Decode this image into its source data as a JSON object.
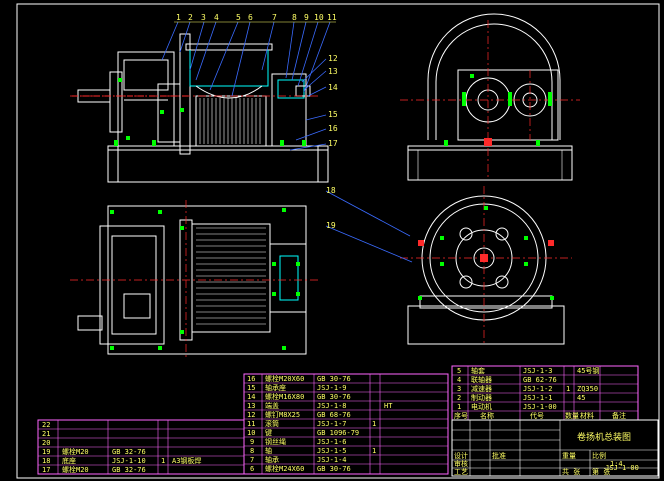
{
  "drawing": {
    "part_numbers": [
      "1",
      "2",
      "3",
      "4",
      "5",
      "6",
      "7",
      "8",
      "9",
      "10",
      "11",
      "12",
      "13",
      "14",
      "15",
      "16",
      "17",
      "18",
      "19"
    ],
    "title_cn": "卷扬机总装图",
    "drawing_no": "JSJ-1-00",
    "scale": "1:4",
    "colors": {
      "background": "#000000",
      "outline": "#ffffff",
      "center_lines": "#ff2a2a",
      "bolts": "#00ff00",
      "leaders": "#3a6bff",
      "dimensions": "#ff66ff",
      "table_text": "#ffff66",
      "frame": "#ffffff",
      "hatch": "#00ffff"
    }
  },
  "bom_left": {
    "rows": [
      {
        "no": "22",
        "name": "",
        "code": "",
        "qty": "",
        "note": ""
      },
      {
        "no": "21",
        "name": "",
        "code": "",
        "qty": "",
        "note": ""
      },
      {
        "no": "20",
        "name": "",
        "code": "",
        "qty": "",
        "note": ""
      },
      {
        "no": "19",
        "name": "螺栓M20",
        "code": "GB 32-76",
        "qty": "",
        "note": ""
      },
      {
        "no": "18",
        "name": "底座",
        "code": "JSJ-1-10",
        "qty": "1",
        "note": "A3钢板焊"
      },
      {
        "no": "17",
        "name": "螺栓M20",
        "code": "GB 32-76",
        "qty": "",
        "note": ""
      }
    ]
  },
  "bom_mid": {
    "rows": [
      {
        "no": "16",
        "name": "螺栓M20X60",
        "code": "GB 30-76",
        "qty": "",
        "note": ""
      },
      {
        "no": "15",
        "name": "轴承座",
        "code": "JSJ-1-9",
        "qty": "",
        "note": ""
      },
      {
        "no": "14",
        "name": "螺栓M16X80",
        "code": "GB 30-76",
        "qty": "",
        "note": ""
      },
      {
        "no": "13",
        "name": "端盖",
        "code": "JSJ-1-8",
        "qty": "",
        "note": "HT"
      },
      {
        "no": "12",
        "name": "螺钉M8X25",
        "code": "GB 68-76",
        "qty": "",
        "note": ""
      },
      {
        "no": "11",
        "name": "滚筒",
        "code": "JSJ-1-7",
        "qty": "1",
        "note": ""
      },
      {
        "no": "10",
        "name": "键",
        "code": "GB 1096-79",
        "qty": "",
        "note": ""
      },
      {
        "no": "9",
        "name": "钢丝绳",
        "code": "JSJ-1-6",
        "qty": "",
        "note": ""
      },
      {
        "no": "8",
        "name": "轴",
        "code": "JSJ-1-5",
        "qty": "1",
        "note": ""
      },
      {
        "no": "7",
        "name": "轴承",
        "code": "JSJ-1-4",
        "qty": "",
        "note": ""
      },
      {
        "no": "6",
        "name": "螺栓M24X60",
        "code": "GB 30-76",
        "qty": "",
        "note": ""
      }
    ]
  },
  "bom_right": {
    "rows": [
      {
        "no": "5",
        "name": "轴套",
        "code": "JSJ-1-3",
        "qty": "",
        "note": "45号钢"
      },
      {
        "no": "4",
        "name": "联轴器",
        "code": "GB 62-76",
        "qty": "",
        "note": ""
      },
      {
        "no": "3",
        "name": "减速器",
        "code": "JSJ-1-2",
        "qty": "1",
        "note": "ZQ350"
      },
      {
        "no": "2",
        "name": "制动器",
        "code": "JSJ-1-1",
        "qty": "",
        "note": "45"
      },
      {
        "no": "1",
        "name": "电动机",
        "code": "JSJ-1-00",
        "qty": "",
        "note": ""
      }
    ],
    "headers": {
      "no": "序号",
      "name": "名称",
      "code": "代号",
      "qty": "数量",
      "material": "材料",
      "note": "备注"
    }
  },
  "title_block": {
    "labels": [
      "设计",
      "审核",
      "工艺",
      "批准"
    ],
    "fields": [
      "重量",
      "比例",
      "共 张",
      "第 张"
    ]
  }
}
